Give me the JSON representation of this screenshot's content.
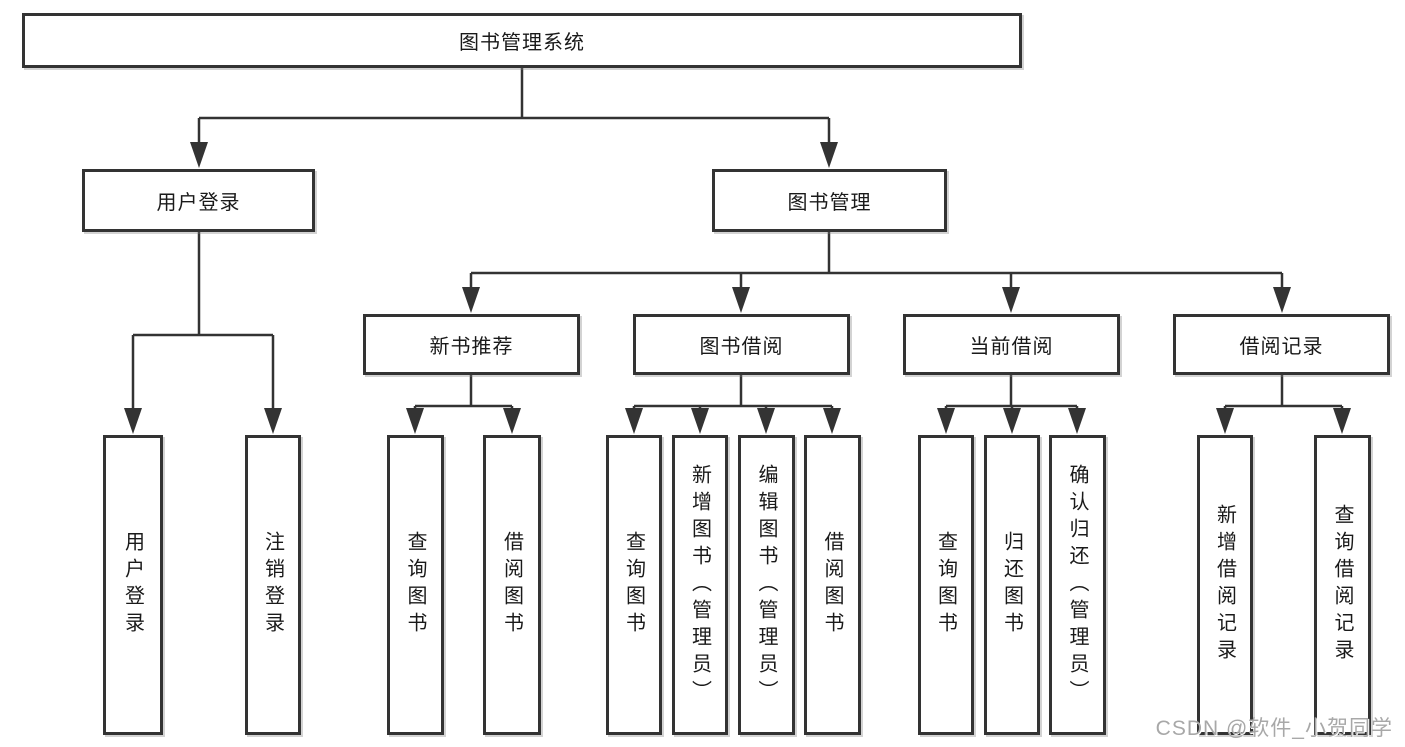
{
  "diagram": {
    "title": "图书管理系统",
    "tree": {
      "root": "图书管理系统",
      "level2": {
        "user_login": {
          "label": "用户登录",
          "children": {
            "login": "用户登录",
            "logout": "注销登录"
          }
        },
        "book_mgmt": {
          "label": "图书管理",
          "children": {
            "new_books": {
              "label": "新书推荐",
              "children": {
                "query": "查询图书",
                "borrow": "借阅图书"
              }
            },
            "book_borrow": {
              "label": "图书借阅",
              "children": {
                "query": "查询图书",
                "add": "新增图书（管理员）",
                "edit": "编辑图书（管理员）",
                "borrow": "借阅图书"
              }
            },
            "current_borrow": {
              "label": "当前借阅",
              "children": {
                "query": "查询图书",
                "return": "归还图书",
                "confirm": "确认归还（管理员）"
              }
            },
            "borrow_records": {
              "label": "借阅记录",
              "children": {
                "add": "新增借阅记录",
                "query": "查询借阅记录"
              }
            }
          }
        }
      }
    },
    "colors": {
      "line": "#333333",
      "box_border": "#333333",
      "text": "#1a1a1a",
      "background": "#ffffff",
      "watermark": "#a8a8a8"
    },
    "watermark": "CSDN @软件_小贺同学"
  }
}
